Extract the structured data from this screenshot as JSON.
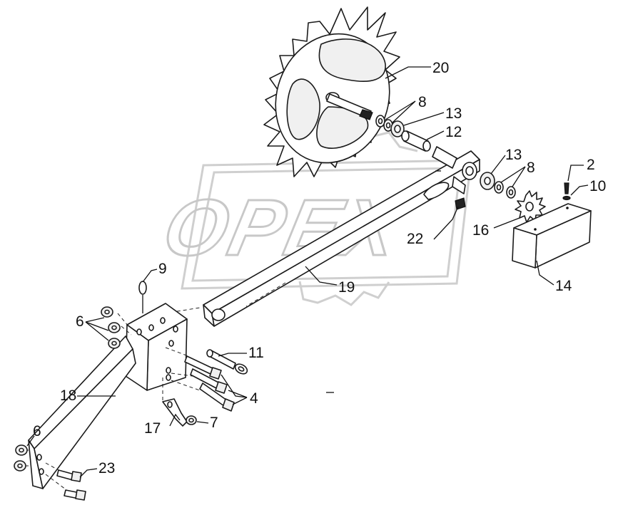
{
  "watermark": {
    "text": "OPEX"
  },
  "callouts": {
    "c2": "2",
    "c4": "4",
    "c6a": "6",
    "c6b": "6",
    "c7": "7",
    "c8a": "8",
    "c8b": "8",
    "c9": "9",
    "c10": "10",
    "c11": "11",
    "c12": "12",
    "c13a": "13",
    "c13b": "13",
    "c14": "14",
    "c16": "16",
    "c17": "17",
    "c18": "18",
    "c19": "19",
    "c20": "20",
    "c22": "22",
    "c23": "23"
  }
}
